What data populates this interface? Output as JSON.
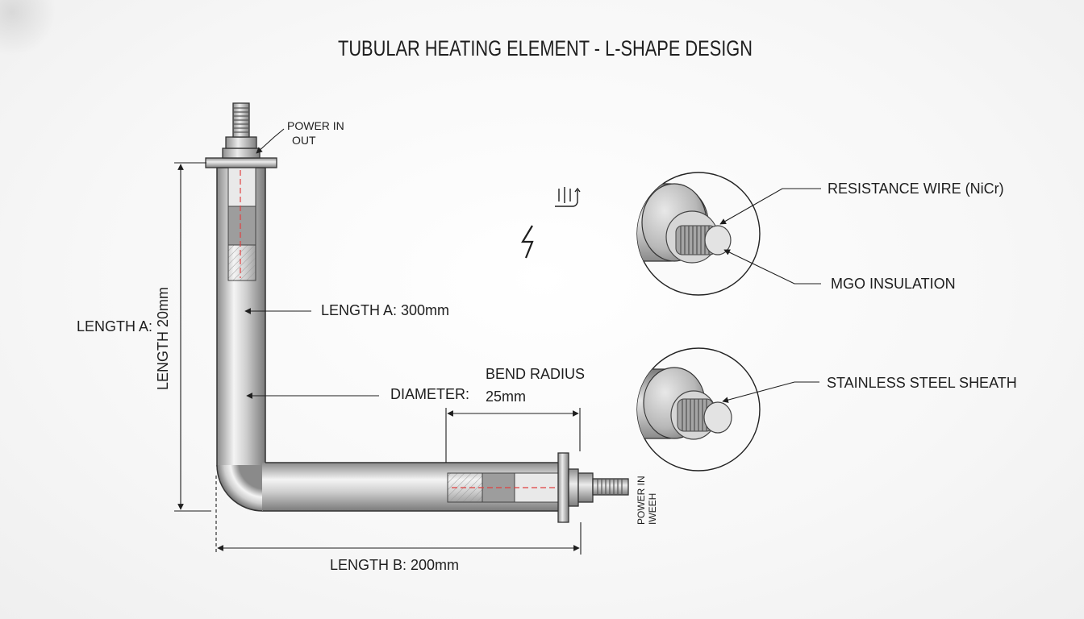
{
  "title": "TUBULAR HEATING ELEMENT - L-SHAPE DESIGN",
  "labels": {
    "power_in_top_line1": "POWER IN",
    "power_in_top_line2": "OUT",
    "length_a_value": "LENGTH A: 300mm",
    "length_a_side": "LENGTH A:",
    "length_vertical": "LENGTH 20mm",
    "diameter": "DIAMETER:",
    "bend_radius_line1": "BEND RADIUS",
    "bend_radius_line2": "25mm",
    "length_b": "LENGTH B: 200mm",
    "power_in_bottom_line1": "POWER IN",
    "power_in_bottom_line2": "IWEEH"
  },
  "callouts": {
    "resistance_wire": "RESISTANCE WIRE (NiCr)",
    "mgo_insulation": "MGO INSULATION",
    "stainless_sheath": "STAINLESS STEEL SHEATH"
  },
  "icons": [
    "lightning-icon",
    "heat-symbol-icon"
  ],
  "colors": {
    "tube_light": "#f2f2f2",
    "tube_mid": "#bdbdbd",
    "tube_dark": "#7d7d7d",
    "centerline": "#e04040",
    "ink": "#1e1e1e"
  }
}
